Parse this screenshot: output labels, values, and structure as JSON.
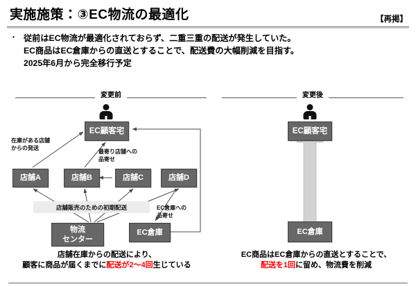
{
  "header": {
    "title": "実施施策：③EC物流の最適化",
    "reprint_badge": "【再掲】"
  },
  "bullet": {
    "marker": "・",
    "line1": "従前はEC物流が最適化されておらず、二重三重の配送が発生していた。",
    "line2": "EC商品はEC倉庫からの直送とすることで、配送費の大幅削減を目指す。",
    "line3": "2025年6月から完全移行予定"
  },
  "before": {
    "panel_label": "変更前",
    "nodes": {
      "customer": "EC顧客宅",
      "store_a": "店舗A",
      "store_b": "店舗B",
      "store_c": "店舗C",
      "store_d": "店舗D",
      "distribution_center_line1": "物流",
      "distribution_center_line2": "センター",
      "ec_warehouse": "EC倉庫"
    },
    "annotations": {
      "from_stock_store": "在庫がある店舗\nからの発送",
      "to_nearest_store": "最寄り店舗への\n品寄せ",
      "to_ec_warehouse": "EC倉庫への\n品寄せ",
      "initial_delivery_banner": "店舗販売のための初期配送"
    },
    "caption_line1": "店舗在庫からの配送により、",
    "caption_line2_pre": "顧客に商品が届くまでに",
    "caption_line2_hl": "配送が2～4回",
    "caption_line2_post": "生じている"
  },
  "after": {
    "panel_label": "変更後",
    "nodes": {
      "customer": "EC顧客宅",
      "ec_warehouse": "EC倉庫"
    },
    "caption_line1": "EC商品はEC倉庫からの直送とすることで、",
    "caption_line2_hl": "配送を1回",
    "caption_line2_post": "に留め、物流費を削減"
  },
  "colors": {
    "node_fill": "#676767",
    "node_border": "#3d3d3d",
    "highlight_red": "#ff0000",
    "big_arrow": "#d2d2d2",
    "banner_bg": "#ececec"
  }
}
